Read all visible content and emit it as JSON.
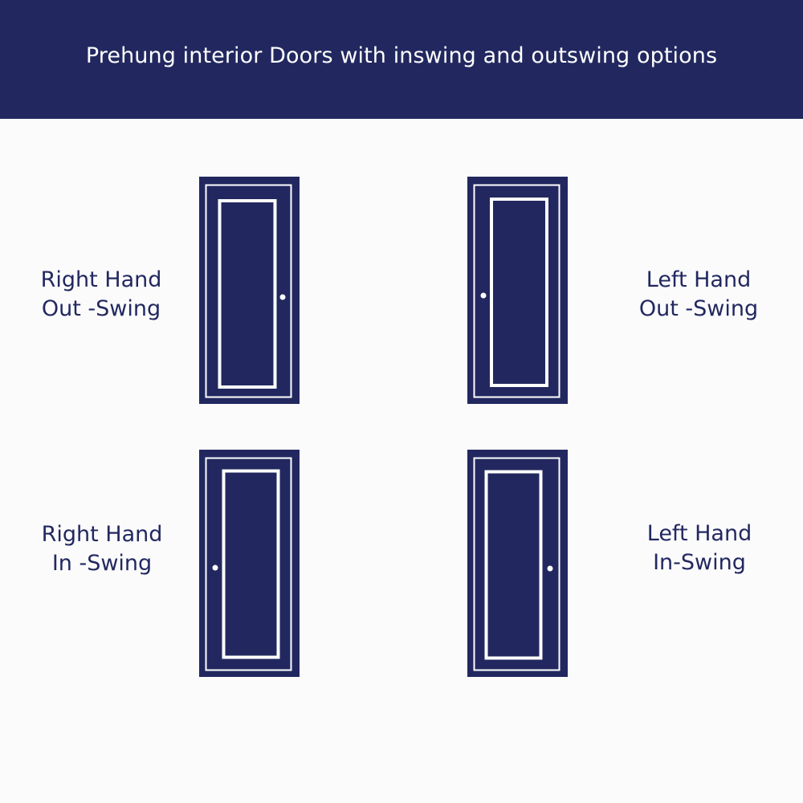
{
  "colors": {
    "banner": "#22285f",
    "door": "#22285f",
    "outline": "#ffffff",
    "label": "#22285f",
    "background": "#fbfbfc"
  },
  "title": "Prehung interior Doors with inswing and outswing options",
  "doors": [
    {
      "line1": "Right Hand",
      "line2": "Out -Swing",
      "knob": "right"
    },
    {
      "line1": "Left Hand",
      "line2": "Out -Swing",
      "knob": "left"
    },
    {
      "line1": "Right Hand",
      "line2": "In -Swing",
      "knob": "left"
    },
    {
      "line1": "Left Hand",
      "line2": "In-Swing",
      "knob": "right"
    }
  ]
}
